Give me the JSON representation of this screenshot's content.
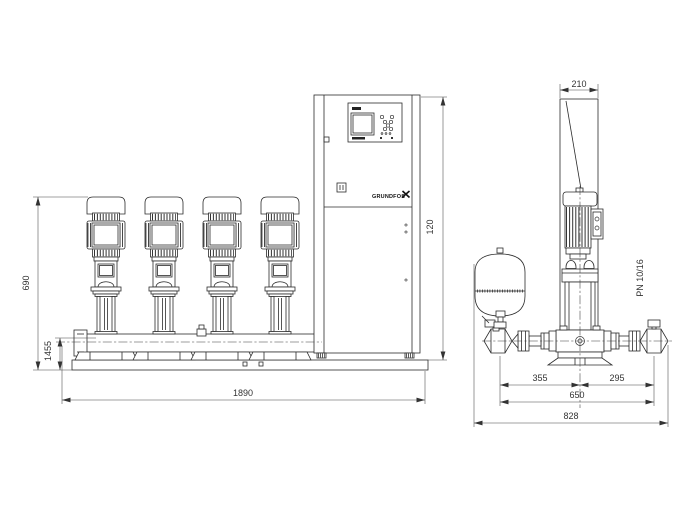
{
  "drawing": {
    "front_view": {
      "dim_pump_height": "690",
      "dim_manifold_height": "1455",
      "dim_total_width": "1890",
      "dim_cabinet_height": "120"
    },
    "side_view": {
      "dim_cabinet_depth": "210",
      "dim_left_to_center": "355",
      "dim_center_to_right": "295",
      "dim_valve_to_valve": "650",
      "dim_total_depth": "828",
      "pressure_rating": "PN 10/16"
    },
    "cabinet": {
      "brand_logo": "GRUNDFOS"
    }
  }
}
